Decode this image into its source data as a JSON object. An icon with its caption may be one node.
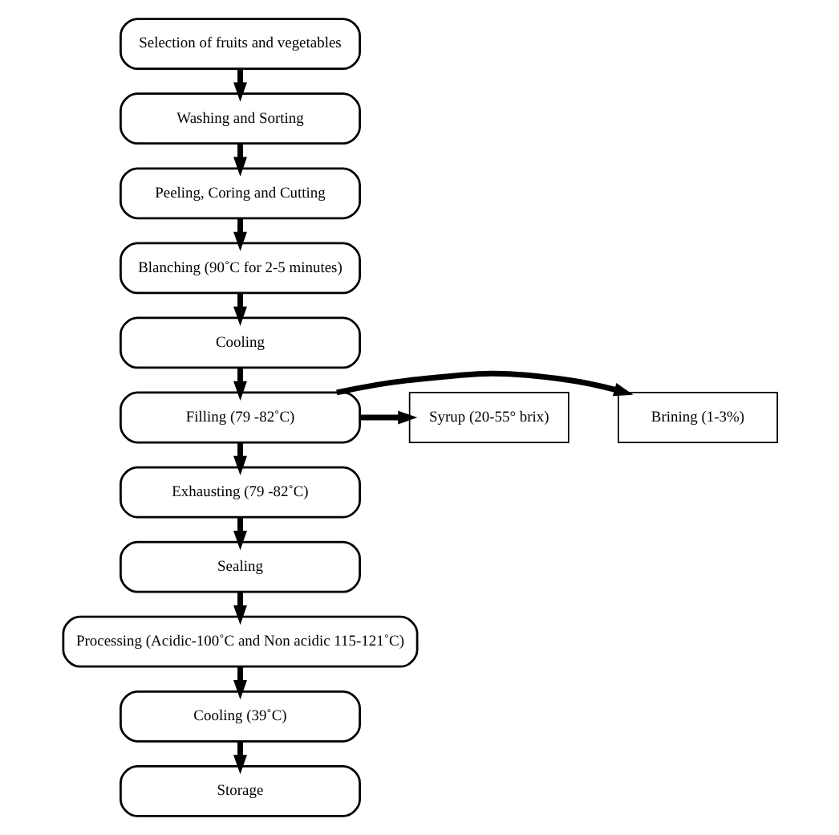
{
  "diagram": {
    "nodes": [
      {
        "text": [
          "Selection of fruits and vegetables"
        ]
      },
      {
        "text": [
          "Washing and Sorting"
        ]
      },
      {
        "text": [
          "Peeling, Coring and Cutting"
        ]
      },
      {
        "text": [
          "Blanching (90˚C for 2-5 minutes)"
        ]
      },
      {
        "text": [
          "Cooling"
        ]
      },
      {
        "text": [
          "Brining (1-3%)"
        ]
      },
      {
        "text": [
          "Filling (79 -82˚C)"
        ]
      },
      {
        "text": [
          "Syrup (20-55° brix)"
        ]
      },
      {
        "text": [
          "Exhausting (79 -82˚C)"
        ]
      },
      {
        "text": [
          "Sealing"
        ]
      },
      {
        "text": [
          "Processing (Acidic-100˚C and Non acidic 115-121˚C)"
        ]
      },
      {
        "text": [
          "Cooling (39˚C)"
        ]
      },
      {
        "text": [
          "Storage"
        ]
      }
    ],
    "edges": [
      {
        "from": 0,
        "to": 1,
        "arrow": "to"
      },
      {
        "from": 1,
        "to": 2,
        "arrow": "to"
      },
      {
        "from": 2,
        "to": 3,
        "arrow": "to"
      },
      {
        "from": 3,
        "to": 4,
        "arrow": "to"
      },
      {
        "from": 4,
        "to": 6,
        "arrow": "to"
      },
      {
        "from": 6,
        "to": 5,
        "arrow": "to"
      },
      {
        "from": 6,
        "to": 7,
        "arrow": "to"
      },
      {
        "from": 6,
        "to": 8,
        "arrow": "to"
      },
      {
        "from": 8,
        "to": 9,
        "arrow": "to"
      },
      {
        "from": 9,
        "to": 10,
        "arrow": "to"
      },
      {
        "from": 10,
        "to": 11,
        "arrow": "to"
      },
      {
        "from": 11,
        "to": 12,
        "arrow": "to"
      }
    ]
  }
}
